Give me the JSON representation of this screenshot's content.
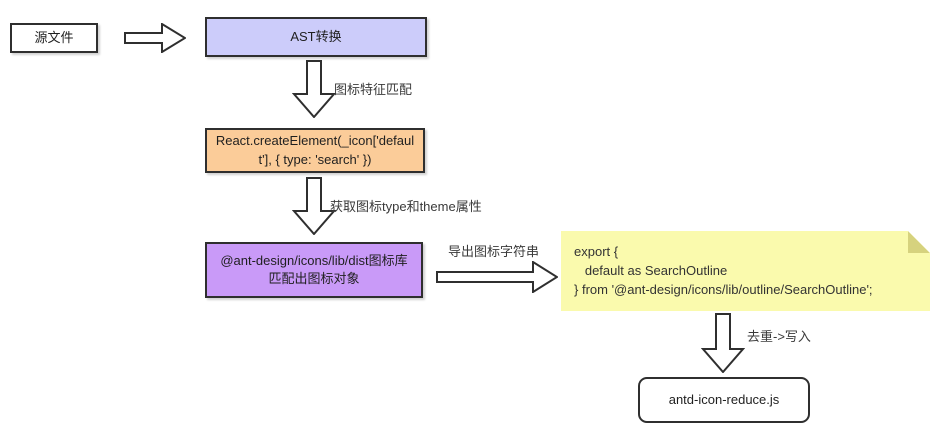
{
  "diagram": {
    "nodes": {
      "source": {
        "label": "源文件"
      },
      "ast": {
        "label": "AST转换"
      },
      "react_call": {
        "label": "React.createElement(_icon['default'], { type: 'search' })"
      },
      "icon_match": {
        "label": "@ant-design/icons/lib/dist图标库匹配出图标对象"
      },
      "output_file": {
        "label": "antd-icon-reduce.js"
      }
    },
    "edges": {
      "feature_match": {
        "label": "图标特征匹配"
      },
      "get_attrs": {
        "label": "获取图标type和theme属性"
      },
      "export_string": {
        "label": "导出图标字符串"
      },
      "dedupe_write": {
        "label": "去重->写入"
      }
    },
    "note": {
      "line1": "export {",
      "line2": "   default as SearchOutline",
      "line3": "} from '@ant-design/icons/lib/outline/SearchOutline';"
    },
    "colors": {
      "ast_fill": "#ccccfa",
      "react_fill": "#fbcc99",
      "match_fill": "#c99af8",
      "note_fill": "#fafaad",
      "note_fold": "#d6d27e",
      "border": "#2f2f2f"
    }
  }
}
